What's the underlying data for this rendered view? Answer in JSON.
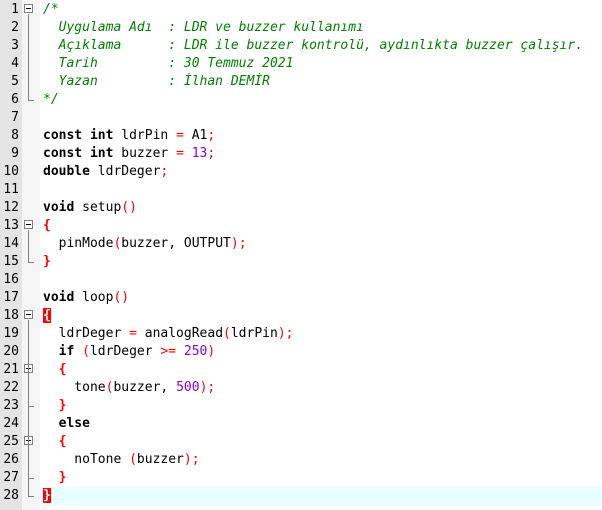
{
  "lines": [
    [
      {
        "t": "/*",
        "c": "comment"
      }
    ],
    [
      {
        "t": "  Uygulama Adı  : LDR ve buzzer kullanımı",
        "c": "comment"
      }
    ],
    [
      {
        "t": "  Açıklama      : LDR ile buzzer kontrolü, aydınlıkta buzzer çalışır.",
        "c": "comment"
      }
    ],
    [
      {
        "t": "  Tarih         : 30 Temmuz 2021",
        "c": "comment"
      }
    ],
    [
      {
        "t": "  Yazan         : İlhan DEMİR",
        "c": "comment"
      }
    ],
    [
      {
        "t": "*/",
        "c": "comment"
      }
    ],
    [],
    [
      {
        "t": "const int",
        "c": "kw"
      },
      {
        "t": " ldrPin "
      },
      {
        "t": "=",
        "c": "op"
      },
      {
        "t": " A1"
      },
      {
        "t": ";",
        "c": "op"
      }
    ],
    [
      {
        "t": "const int",
        "c": "kw"
      },
      {
        "t": " buzzer "
      },
      {
        "t": "=",
        "c": "op"
      },
      {
        "t": " "
      },
      {
        "t": "13",
        "c": "num"
      },
      {
        "t": ";",
        "c": "op"
      }
    ],
    [
      {
        "t": "double",
        "c": "kw"
      },
      {
        "t": " ldrDeger"
      },
      {
        "t": ";",
        "c": "op"
      }
    ],
    [],
    [
      {
        "t": "void",
        "c": "kw"
      },
      {
        "t": " setup"
      },
      {
        "t": "()",
        "c": "op"
      }
    ],
    [
      {
        "t": "{",
        "c": "brace"
      }
    ],
    [
      {
        "t": "  pinMode"
      },
      {
        "t": "(",
        "c": "op"
      },
      {
        "t": "buzzer, OUTPUT"
      },
      {
        "t": ")",
        "c": "op"
      },
      {
        "t": ";",
        "c": "op"
      }
    ],
    [
      {
        "t": "}",
        "c": "brace"
      }
    ],
    [],
    [
      {
        "t": "void",
        "c": "kw"
      },
      {
        "t": " loop"
      },
      {
        "t": "()",
        "c": "op"
      }
    ],
    [
      {
        "t": "{",
        "c": "brace-hl"
      }
    ],
    [
      {
        "t": "  ldrDeger "
      },
      {
        "t": "=",
        "c": "op"
      },
      {
        "t": " analogRead"
      },
      {
        "t": "(",
        "c": "op"
      },
      {
        "t": "ldrPin"
      },
      {
        "t": ")",
        "c": "op"
      },
      {
        "t": ";",
        "c": "op"
      }
    ],
    [
      {
        "t": "  "
      },
      {
        "t": "if",
        "c": "kw"
      },
      {
        "t": " "
      },
      {
        "t": "(",
        "c": "op"
      },
      {
        "t": "ldrDeger "
      },
      {
        "t": ">=",
        "c": "op"
      },
      {
        "t": " "
      },
      {
        "t": "250",
        "c": "num"
      },
      {
        "t": ")",
        "c": "op"
      }
    ],
    [
      {
        "t": "  "
      },
      {
        "t": "{",
        "c": "brace"
      }
    ],
    [
      {
        "t": "    tone"
      },
      {
        "t": "(",
        "c": "op"
      },
      {
        "t": "buzzer, "
      },
      {
        "t": "500",
        "c": "num"
      },
      {
        "t": ")",
        "c": "op"
      },
      {
        "t": ";",
        "c": "op"
      }
    ],
    [
      {
        "t": "  "
      },
      {
        "t": "}",
        "c": "brace"
      }
    ],
    [
      {
        "t": "  "
      },
      {
        "t": "else",
        "c": "kw"
      }
    ],
    [
      {
        "t": "  "
      },
      {
        "t": "{",
        "c": "brace"
      }
    ],
    [
      {
        "t": "    noTone "
      },
      {
        "t": "(",
        "c": "op"
      },
      {
        "t": "buzzer"
      },
      {
        "t": ")",
        "c": "op"
      },
      {
        "t": ";",
        "c": "op"
      }
    ],
    [
      {
        "t": "  "
      },
      {
        "t": "}",
        "c": "brace"
      }
    ],
    [
      {
        "t": "}",
        "c": "brace-hl"
      }
    ]
  ],
  "current_line": 28,
  "colors": {
    "comment": "#008000",
    "keyword": "#000000",
    "operator": "#ff0000",
    "number": "#8000ff",
    "current_line_bg": "#e8ffff",
    "gutter_bg": "#e4e4e4"
  },
  "icons": {
    "fold": "fold-minus-icon"
  }
}
